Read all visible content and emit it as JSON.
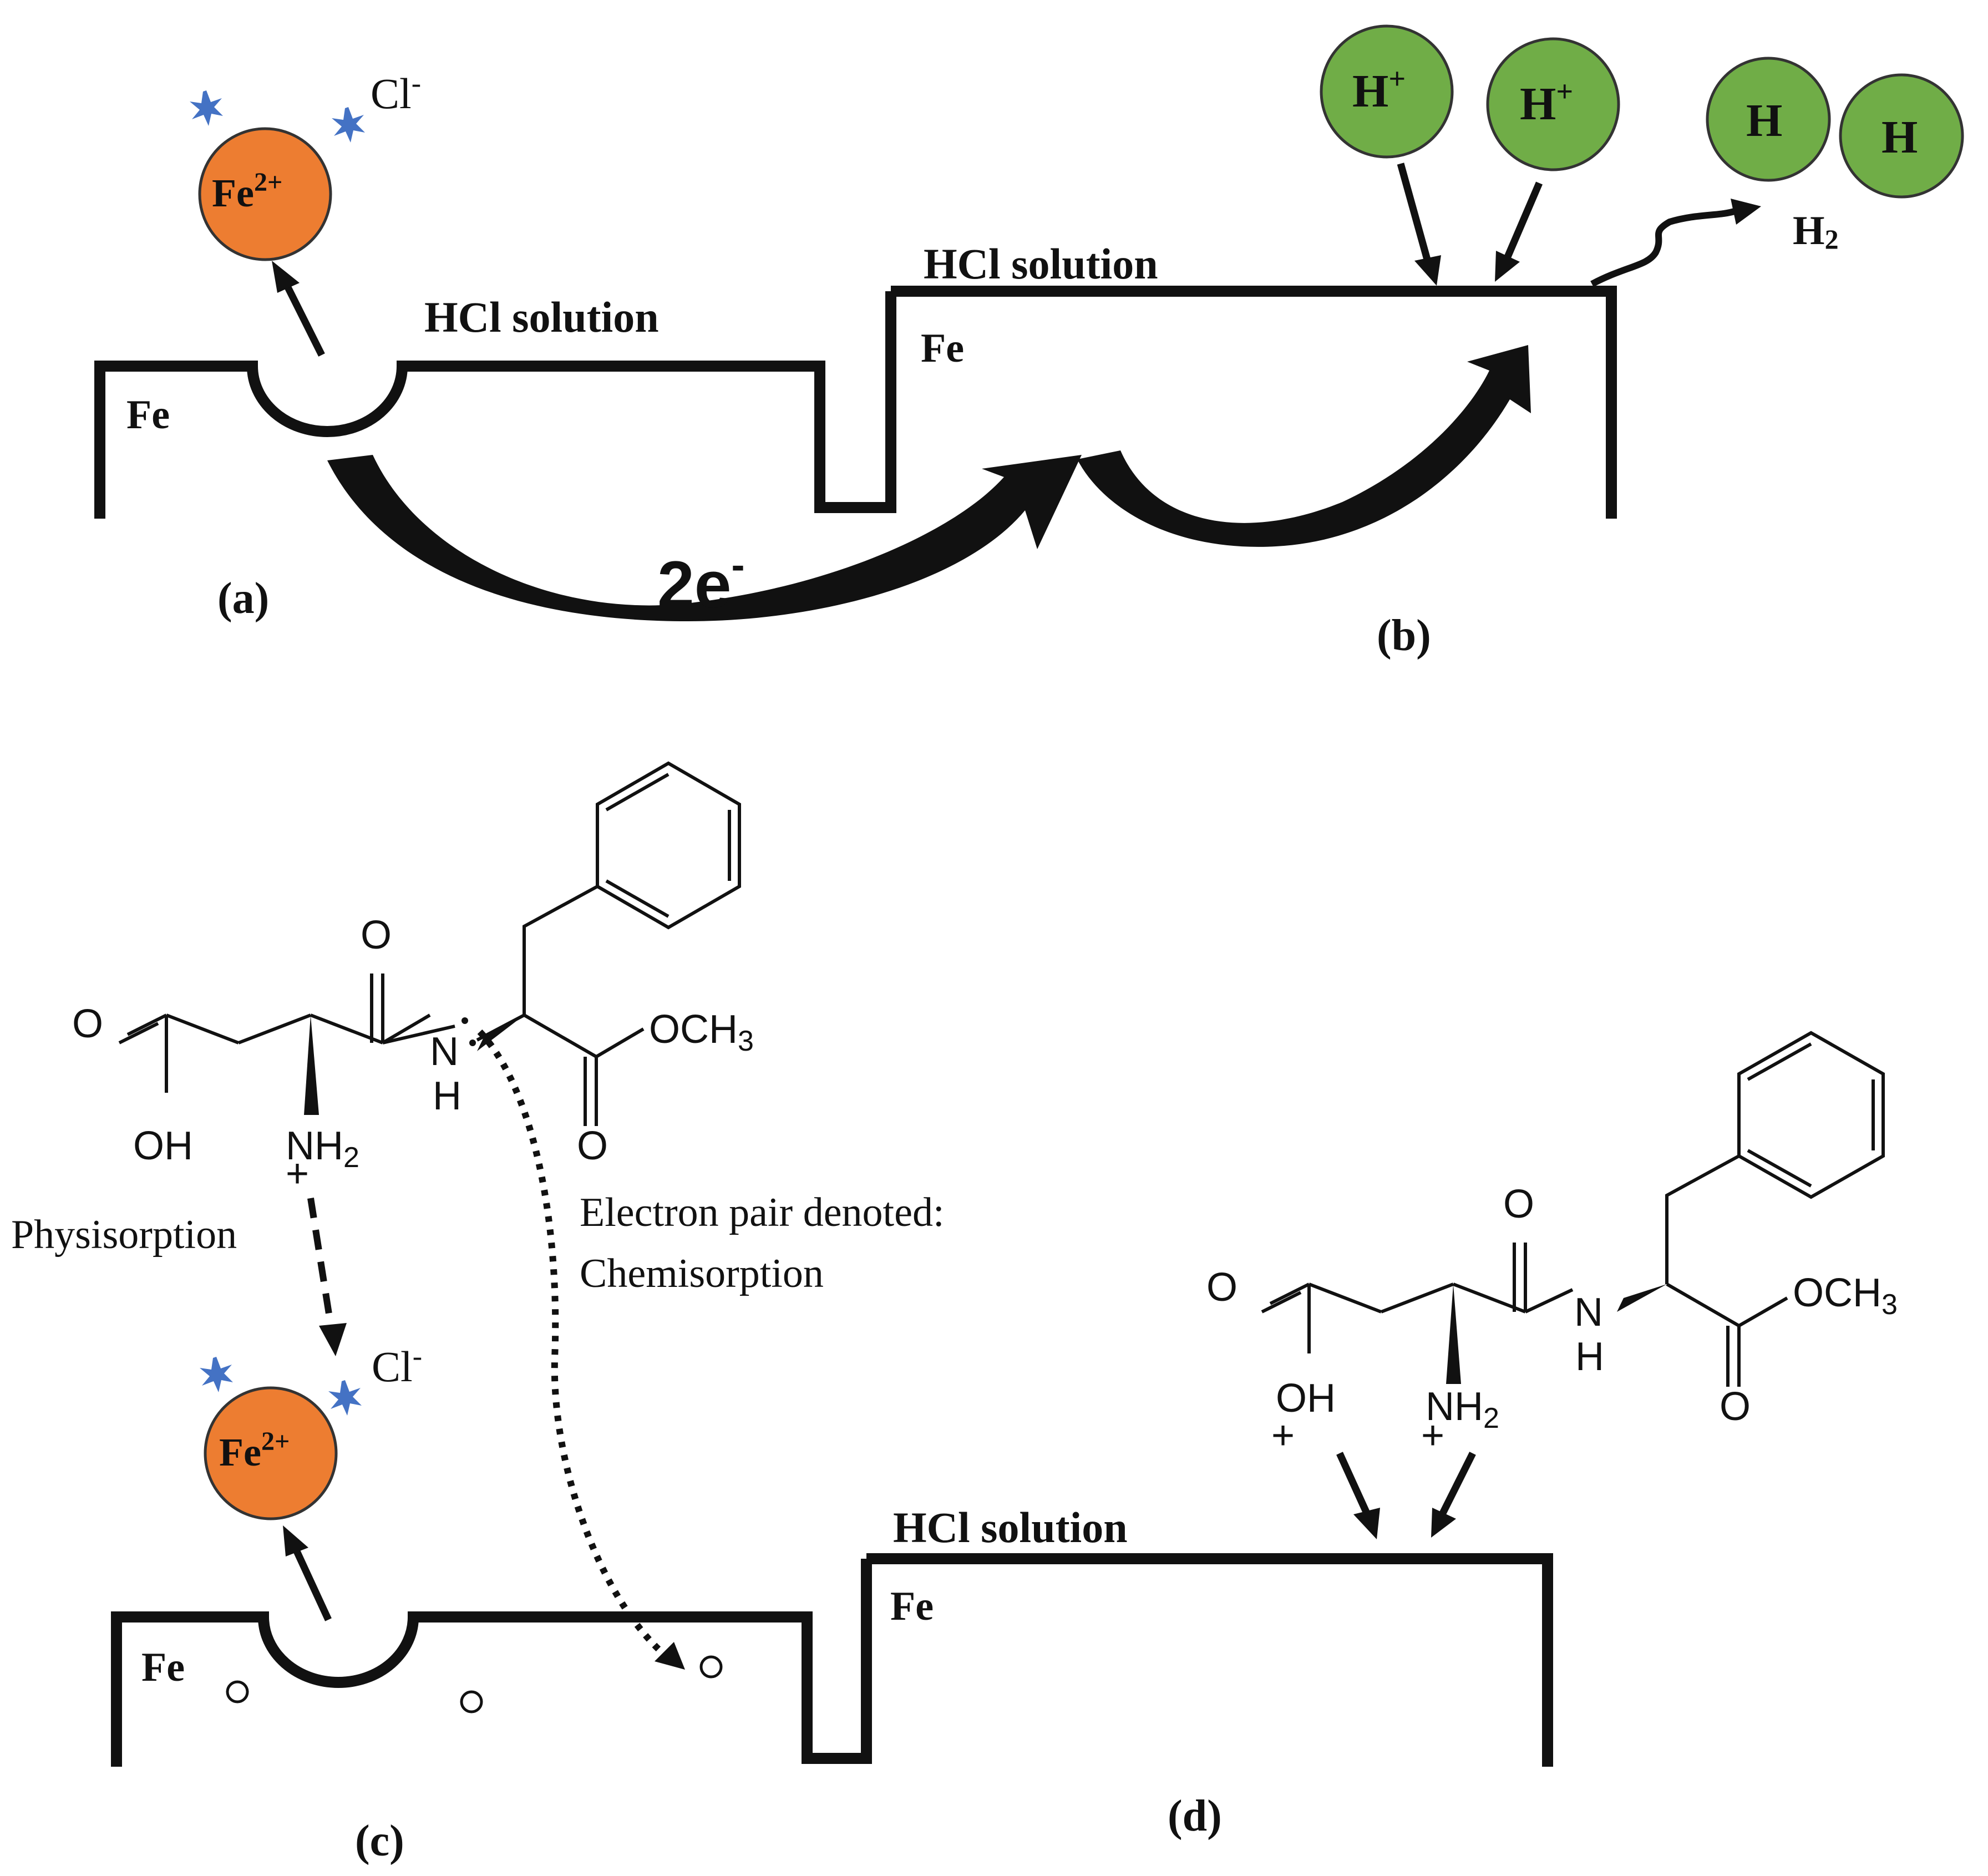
{
  "panel_a": {
    "label": "(a)",
    "metal": "Fe",
    "solution": "HCl solution",
    "ion_fe": {
      "base": "Fe",
      "sup": "2+"
    },
    "ion_cl": {
      "base": "Cl",
      "sup": "-"
    },
    "electrons": {
      "base": "2e",
      "sup": "-"
    }
  },
  "panel_b": {
    "label": "(b)",
    "metal": "Fe",
    "solution": "HCl solution",
    "proton_1": {
      "base": "H",
      "sup": "+"
    },
    "proton_2": {
      "base": "H",
      "sup": "+"
    },
    "atom_1": "H",
    "atom_2": "H",
    "molecule": {
      "base": "H",
      "sub": "2"
    }
  },
  "panel_c": {
    "label": "(c)",
    "metal": "Fe",
    "ion_fe": {
      "base": "Fe",
      "sup": "2+"
    },
    "ion_cl": {
      "base": "Cl",
      "sup": "-"
    },
    "physisorption": "Physisorption",
    "chemisorption_line1": "Electron pair denoted:",
    "chemisorption_line2": "Chemisorption",
    "molecule": {
      "carbonyl_o": "O",
      "acid_o": "O",
      "acid_oh": "OH",
      "amine": "NH",
      "amine_sub": "2",
      "amine_charge": "+",
      "amide_n": "N",
      "amide_h": "H",
      "ester_o": "O",
      "ester_och3": "OCH",
      "ester_sub": "3"
    }
  },
  "panel_d": {
    "label": "(d)",
    "metal": "Fe",
    "solution": "HCl solution",
    "molecule": {
      "carbonyl_o": "O",
      "acid_o": "O",
      "acid_oh": "OH",
      "acid_charge": "+",
      "amine": "NH",
      "amine_sub": "2",
      "amine_charge": "+",
      "amide_n": "N",
      "amide_h": "H",
      "ester_o": "O",
      "ester_och3": "OCH",
      "ester_sub": "3"
    }
  },
  "colors": {
    "fe_ion": "#ED7D31",
    "h_ion": "#70AD47",
    "cl_star": "#4472C4",
    "ink": "#111111"
  }
}
